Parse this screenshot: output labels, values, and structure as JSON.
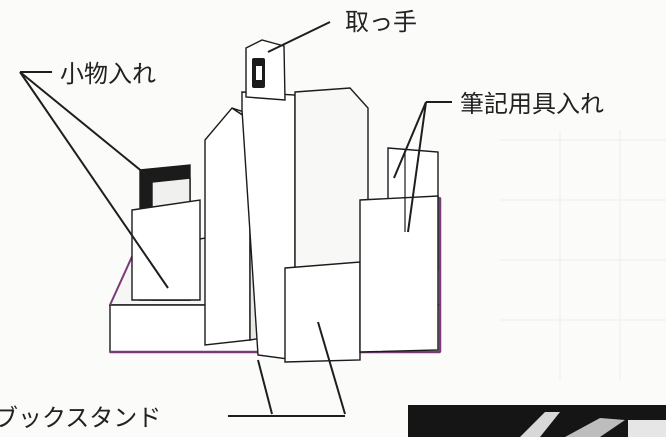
{
  "labels": {
    "handle": "取っ手",
    "small_items": "小物入れ",
    "stationery": "筆記用具入れ",
    "book_stand": "ブックスタンド"
  },
  "colors": {
    "ink": "#1e1e1e",
    "board_face": "#ffffff",
    "board_shade": "#eeeeec",
    "base_edge": "#7a3c78",
    "photo_dark": "#151515"
  }
}
